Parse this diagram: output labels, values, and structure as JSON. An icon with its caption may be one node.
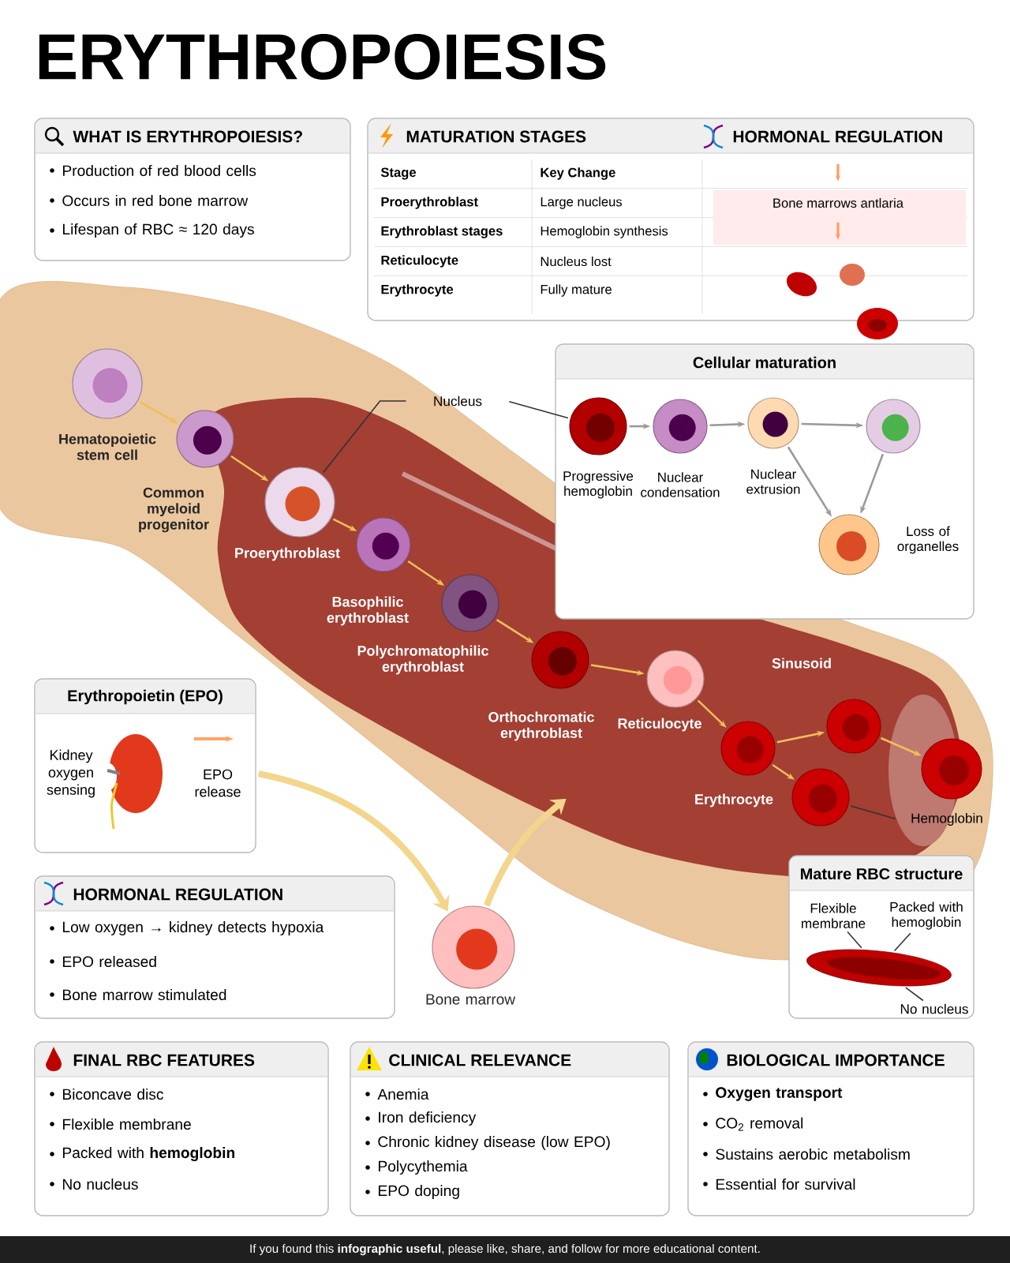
{
  "diagram": {
    "title": "ERYTHROPOIESIS",
    "nodes": [
      {
        "text": [
          "WHAT IS ERYTHROPOIESIS?",
          "Production of red blood cells",
          "Occurs in red bone marrow",
          "Lifespan of RBC ≈ 120 days"
        ]
      },
      {
        "text": [
          "MATURATION STAGES",
          "HORMONAL REGULATION",
          "Stage",
          "Key Change",
          "Proerythroblast",
          "Large nucleus",
          "Erythroblast stages",
          "Hemoglobin synthesis",
          "Reticulocyte",
          "Nucleus lost",
          "Erythrocyte",
          "Fully mature",
          "Bone marrows antlaria"
        ]
      },
      {
        "text": [
          "Cellular maturation"
        ]
      },
      {
        "text": [
          "Progressive hemoglobin"
        ],
        "in": 2
      },
      {
        "text": [
          "Nuclear condensation"
        ],
        "in": 2
      },
      {
        "text": [
          "Nuclear extrusion"
        ],
        "in": 2
      },
      {
        "text": [],
        "shape": "circle",
        "in": 2
      },
      {
        "text": [
          "Loss of organelles"
        ],
        "in": 2
      },
      {
        "text": [
          "Nucleus"
        ]
      },
      {
        "text": [
          "Hematopoietic stem cell"
        ]
      },
      {
        "text": [
          "Common myeloid progenitor"
        ]
      },
      {
        "text": [
          "Proerythroblast"
        ]
      },
      {
        "text": [
          "Basophilic erythroblast"
        ]
      },
      {
        "text": [
          "Polychromatophilic erythroblast"
        ]
      },
      {
        "text": [
          "Orthochromatic erythroblast"
        ]
      },
      {
        "text": [
          "Reticulocyte"
        ]
      },
      {
        "text": [],
        "shape": "circle"
      },
      {
        "text": [
          "Erythrocyte"
        ]
      },
      {
        "text": [],
        "shape": "circle"
      },
      {
        "text": [],
        "shape": "circle"
      },
      {
        "text": [
          "Hemoglobin"
        ]
      },
      {
        "text": [
          "Erythropoietin (EPO)",
          "Kidney oxygen sensing",
          "EPO release"
        ]
      },
      {
        "text": [
          "Bone marrow"
        ]
      },
      {
        "text": [
          "HORMONAL REGULATION",
          "Low oxygen → kidney detects hypoxia",
          "EPO released",
          "Bone marrow stimulated"
        ]
      },
      {
        "text": [
          "Mature RBC structure"
        ]
      },
      {
        "text": [],
        "shape": "picture",
        "in": 24
      },
      {
        "text": [
          "Flexible membrane"
        ],
        "in": 24
      },
      {
        "text": [
          "Packed with hemoglobin"
        ],
        "in": 24
      },
      {
        "text": [
          "No nucleus"
        ],
        "in": 24
      },
      {
        "text": [
          "FINAL RBC FEATURES",
          "Biconcave disc",
          "Flexible membrane",
          "Packed with **hemoglobin**",
          "No nucleus"
        ]
      },
      {
        "text": [
          "CLINICAL RELEVANCE",
          "Anemia",
          "Iron deficiency",
          "Chronic kidney disease (low EPO)",
          "Polycythemia",
          "EPO doping"
        ]
      },
      {
        "text": [
          "BIOLOGICAL IMPORTANCE",
          "**Oxygen transport**",
          "CO$_{2}$ removal",
          "Sustains aerobic metabolism",
          "Essential for survival"
        ]
      }
    ],
    "edges": [
      {
        "from": 3,
        "to": 4,
        "arrow": "to",
        "color": "#9a9a9a"
      },
      {
        "from": 4,
        "to": 5,
        "arrow": "to",
        "color": "#9a9a9a"
      },
      {
        "from": 5,
        "to": 6,
        "arrow": "to",
        "color": "#9a9a9a"
      },
      {
        "from": 5,
        "to": 7,
        "arrow": "to",
        "color": "#9a9a9a"
      },
      {
        "from": 6,
        "to": 7,
        "arrow": "to",
        "color": "#9a9a9a"
      },
      {
        "from": 8,
        "to": 11,
        "arrow": "none",
        "color": "#333333"
      },
      {
        "from": 8,
        "to": 3,
        "arrow": "none",
        "color": "#333333"
      },
      {
        "from": 9,
        "to": 10,
        "arrow": "to"
      },
      {
        "from": 10,
        "to": 11,
        "arrow": "to"
      },
      {
        "from": 11,
        "to": 12,
        "arrow": "to"
      },
      {
        "from": 12,
        "to": 13,
        "arrow": "to"
      },
      {
        "from": 13,
        "to": 14,
        "arrow": "to"
      },
      {
        "from": 14,
        "to": 15,
        "arrow": "to"
      },
      {
        "from": 15,
        "to": 16,
        "arrow": "to"
      },
      {
        "from": 16,
        "to": 17,
        "arrow": "to"
      },
      {
        "from": 16,
        "to": 18,
        "arrow": "to"
      },
      {
        "from": 18,
        "to": 19,
        "arrow": "to"
      },
      {
        "from": 20,
        "to": 17,
        "arrow": "none",
        "color": "#333333"
      },
      {
        "from": 21,
        "to": 22,
        "arrow": "to",
        "style": "thick",
        "color": "#f3d58c"
      },
      {
        "from": 22,
        "to": null,
        "arrow": "to",
        "style": "thick",
        "color": "#f3d58c"
      },
      {
        "from": 26,
        "to": 25,
        "arrow": "none",
        "color": "#333333"
      },
      {
        "from": 27,
        "to": 25,
        "arrow": "none",
        "color": "#333333"
      },
      {
        "from": 28,
        "to": 25,
        "arrow": "none",
        "color": "#333333"
      }
    ],
    "labels": [
      "Sinusoid",
      "If you found this **infographic useful**, please like, share, and follow for more educational content."
    ]
  }
}
